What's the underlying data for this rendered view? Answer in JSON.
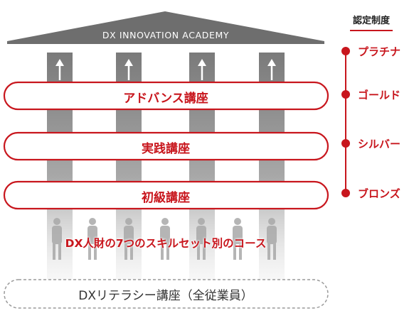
{
  "academy_title": "DX INNOVATION ACADEMY",
  "levels": [
    {
      "label": "アドバンス講座"
    },
    {
      "label": "実践講座"
    },
    {
      "label": "初級講座"
    }
  ],
  "course_label": "DX人財の7つのスキルセット別のコース",
  "literacy_label": "DXリテラシー講座（全従業員）",
  "certification": {
    "title": "認定制度",
    "levels": [
      "プラチナ",
      "ゴールド",
      "シルバー",
      "ブロンズ"
    ]
  },
  "colors": {
    "accent": "#c8161d",
    "roof": "#6e6e6e",
    "pillar": "#8a8a8a"
  },
  "icons": [
    "up-arrow-icon",
    "person-icon",
    "dot-icon"
  ]
}
